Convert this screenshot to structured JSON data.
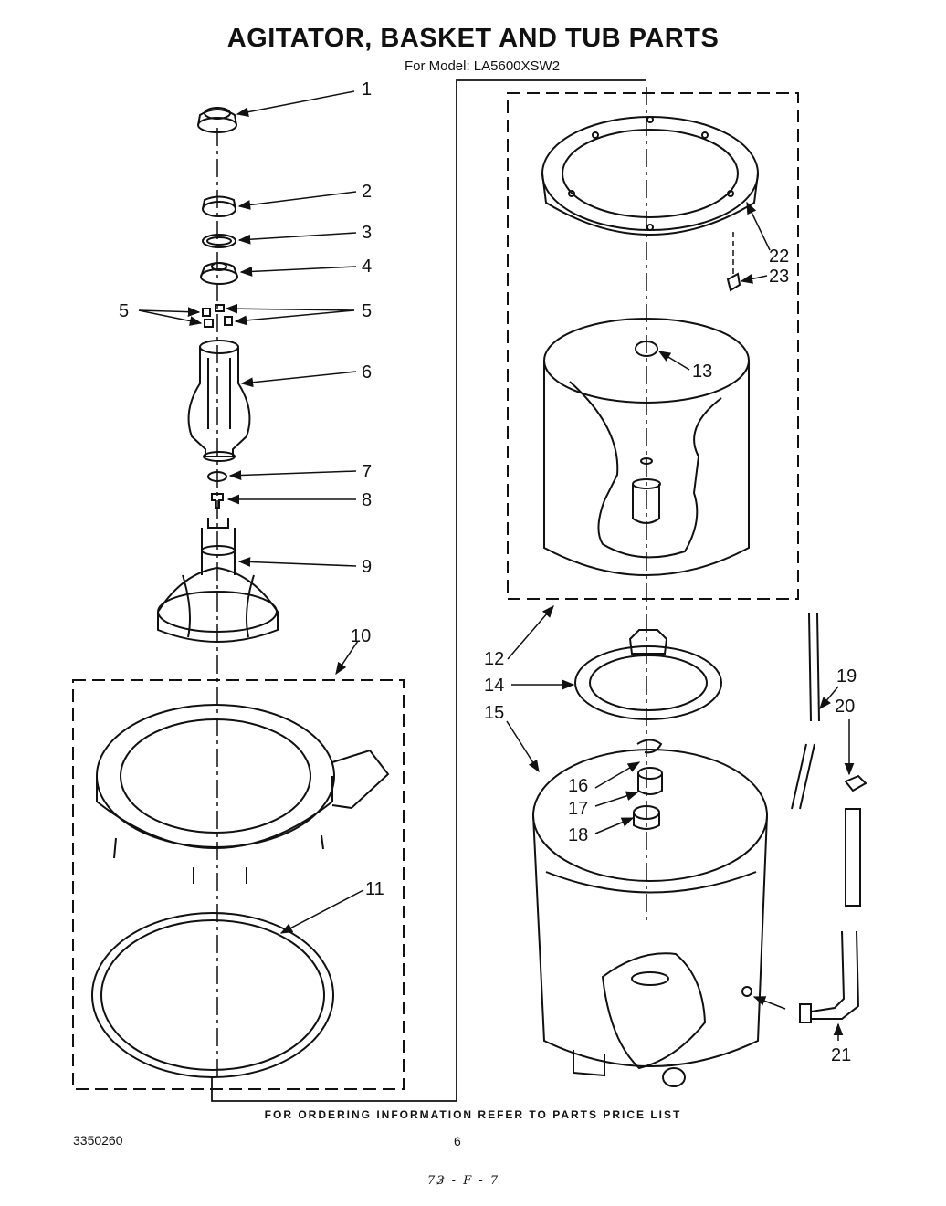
{
  "title": "AGITATOR, BASKET AND TUB PARTS",
  "subtitle": "For Model: LA5600XSW2",
  "footer": "FOR ORDERING INFORMATION REFER TO PARTS PRICE LIST",
  "doc_number": "3350260",
  "page_number": "6",
  "handwritten_mark": "73̷ - F - 7",
  "part_labels": {
    "p1": "1",
    "p2": "2",
    "p3": "3",
    "p4": "4",
    "p5a": "5",
    "p5b": "5",
    "p6": "6",
    "p7": "7",
    "p8": "8",
    "p9": "9",
    "p10": "10",
    "p11": "11",
    "p12": "12",
    "p13": "13",
    "p14": "14",
    "p15": "15",
    "p16": "16",
    "p17": "17",
    "p18": "18",
    "p19": "19",
    "p20": "20",
    "p21": "21",
    "p22": "22",
    "p23": "23"
  }
}
